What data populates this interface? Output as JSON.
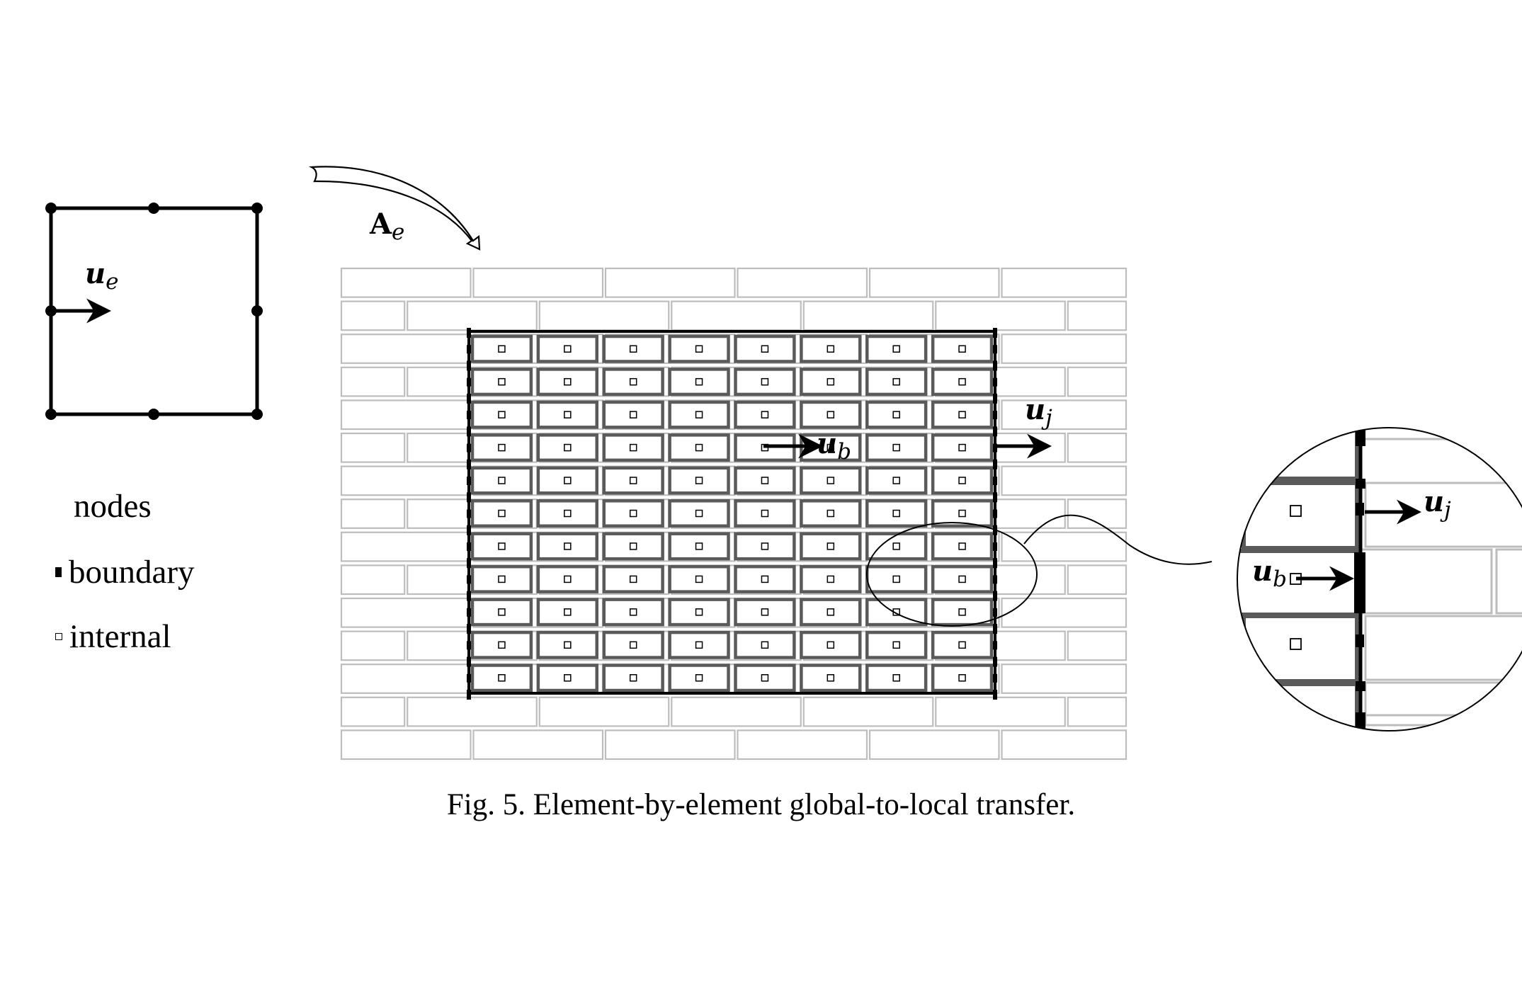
{
  "figure": {
    "caption": "Fig. 5.  Element-by-element global-to-local transfer.",
    "legend": {
      "title": "nodes",
      "items": [
        {
          "marker": "filled-square",
          "label": "boundary"
        },
        {
          "marker": "hollow-square",
          "label": "internal"
        }
      ]
    },
    "labels": {
      "operator_symbol": "A",
      "operator_sub": "e",
      "element_symbol": "u",
      "element_sub": "e",
      "boundary_symbol": "u",
      "boundary_sub": "b",
      "neighbor_symbol": "u",
      "neighbor_sub": "j"
    },
    "colors": {
      "background": "#ffffff",
      "mesh_light": "#bdbdbd",
      "mesh_dark": "#5a5a5a",
      "ink": "#000000"
    },
    "grid": {
      "background_rows": 15,
      "highlighted_rows": 11,
      "highlighted_cols": 8
    }
  }
}
